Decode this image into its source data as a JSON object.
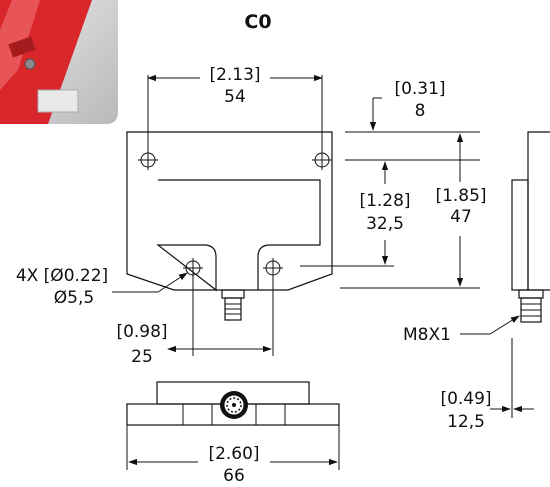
{
  "title": "C0",
  "photo": {
    "colors": {
      "body": "#d8262a",
      "plate": "#c9c9c9",
      "highlight": "#f06a6c"
    }
  },
  "dimensions": {
    "top_width": {
      "inch": "[2.13]",
      "mm": "54"
    },
    "right_offset": {
      "inch": "[0.31]",
      "mm": "8"
    },
    "height_total": {
      "inch": "[1.85]",
      "mm": "47"
    },
    "height_inner": {
      "inch": "[1.28]",
      "mm": "32,5"
    },
    "holes": {
      "inch": "4X [Ø0.22]",
      "mm": "Ø5,5"
    },
    "hole_spacing": {
      "inch": "[0.98]",
      "mm": "25"
    },
    "connector_label": "M8X1",
    "side_depth": {
      "inch": "[0.49]",
      "mm": "12,5"
    },
    "bottom_width": {
      "inch": "[2.60]",
      "mm": "66"
    }
  }
}
